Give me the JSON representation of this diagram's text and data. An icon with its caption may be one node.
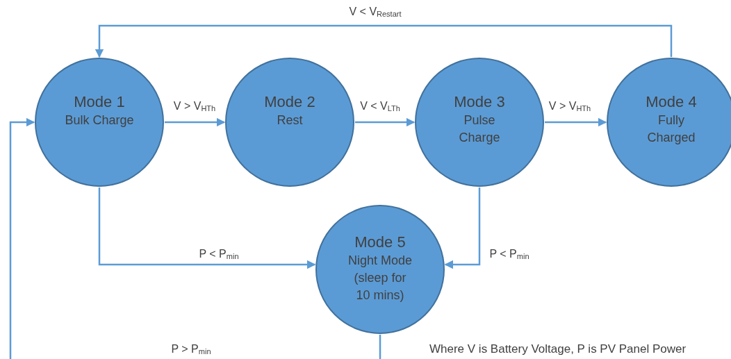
{
  "diagram": {
    "nodes": [
      {
        "text": [
          "Mode 1",
          "Bulk Charge"
        ]
      },
      {
        "text": [
          "Mode 2",
          "Rest"
        ]
      },
      {
        "text": [
          "Mode 3",
          "Pulse Charge"
        ]
      },
      {
        "text": [
          "Mode 4",
          "Fully Charged"
        ]
      },
      {
        "text": [
          "Mode 5",
          "Night Mode (sleep for 10 mins)"
        ]
      }
    ],
    "edges": [
      {
        "from": 0,
        "to": 1,
        "arrow": "to",
        "label": "V > V$_{HTh}$"
      },
      {
        "from": 1,
        "to": 2,
        "arrow": "to",
        "label": "V < V$_{LTh}$"
      },
      {
        "from": 2,
        "to": 3,
        "arrow": "to",
        "label": "V > V$_{HTh}$"
      },
      {
        "from": 3,
        "to": 0,
        "arrow": "to",
        "label": "V < V$_{Restart}$"
      },
      {
        "from": 0,
        "to": 4,
        "arrow": "to",
        "label": "P < P$_{min}$"
      },
      {
        "from": 2,
        "to": 4,
        "arrow": "to",
        "label": "P < P$_{min}$"
      },
      {
        "from": 4,
        "to": 0,
        "arrow": "to",
        "label": "P > P$_{min}$"
      }
    ],
    "labels": [
      "Where V is Battery Voltage, P is PV Panel Power"
    ]
  }
}
